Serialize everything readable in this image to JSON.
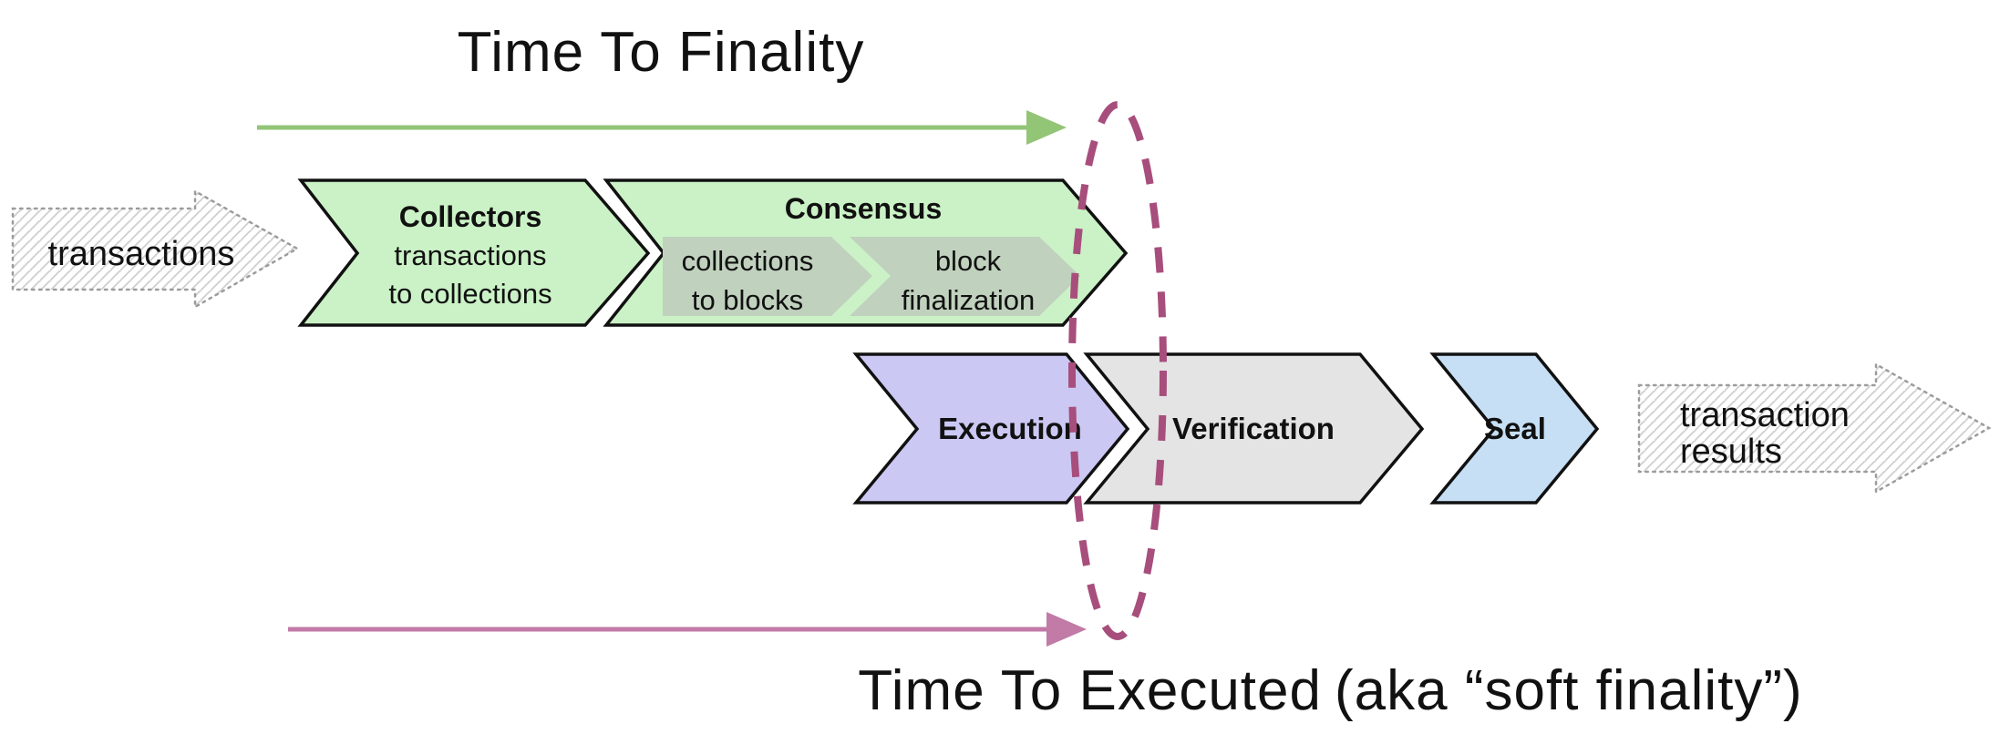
{
  "titles": {
    "finality": "Time To Finality",
    "executed": "Time To Executed",
    "executed_note": "(aka “soft finality”)"
  },
  "input_arrow": {
    "label": "transactions"
  },
  "output_arrow": {
    "line1": "transaction",
    "line2": "results"
  },
  "stages": {
    "collectors": {
      "title": "Collectors",
      "line1": "transactions",
      "line2": "to collections"
    },
    "consensus": {
      "title": "Consensus"
    },
    "consensus_sub1": {
      "line1": "collections",
      "line2": "to blocks"
    },
    "consensus_sub2": {
      "line1": "block",
      "line2": "finalization"
    },
    "execution": {
      "title": "Execution"
    },
    "verification": {
      "title": "Verification"
    },
    "seal": {
      "title": "Seal"
    }
  },
  "colors": {
    "mint": "#cbf2c6",
    "sub_chevron": "#c0d1be",
    "lavender": "#ccc8f4",
    "gray": "#e4e4e4",
    "blue": "#c6dff5",
    "outline": "#111111",
    "green_title": "#69a758",
    "green_arrow": "#93c577",
    "magenta_title": "#a9517f",
    "magenta_arrow": "#c27aa6",
    "ellipse": "#a74e7c",
    "note_gray": "#6e6e6e",
    "arrow_label": "#3f3f3f"
  }
}
